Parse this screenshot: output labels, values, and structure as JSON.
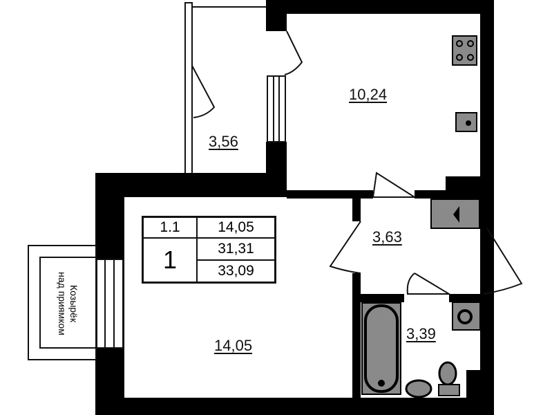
{
  "rooms": {
    "balcony": "3,56",
    "kitchen": "10,24",
    "hallway": "3,63",
    "bathroom": "3,39",
    "living": "14,05"
  },
  "summary": {
    "room_no": "1.1",
    "room_area": "14,05",
    "rooms_count": "1",
    "living_area": "31,31",
    "total_area": "33,09"
  },
  "canopy": {
    "line1": "Козырёк",
    "line2": "над приямком"
  },
  "colors": {
    "wall": "#000000",
    "fixture": "#8a8a8a"
  }
}
